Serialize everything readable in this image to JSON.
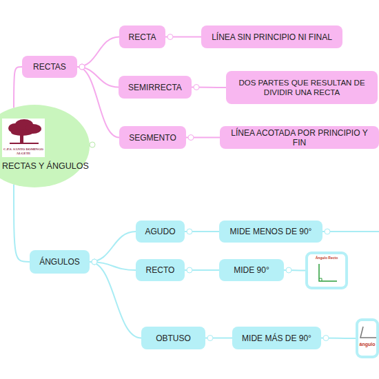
{
  "diagram": {
    "nodes": [
      {
        "text": [
          "C.P.S. SANTO DOMINGO ALGETE",
          "RECTAS Y ÁNGULOS"
        ]
      },
      {
        "text": [
          "RECTAS"
        ]
      },
      {
        "text": [
          "RECTA"
        ]
      },
      {
        "text": [
          "LÍNEA SIN PRINCIPIO NI FINAL"
        ]
      },
      {
        "text": [
          "SEMIRRECTA"
        ]
      },
      {
        "text": [
          "DOS PARTES QUE RESULTAN DE DIVIDIR UNA RECTA"
        ]
      },
      {
        "text": [
          "SEGMENTO"
        ]
      },
      {
        "text": [
          "LÍNEA ACOTADA POR PRINCIPIO Y FIN"
        ]
      },
      {
        "text": [
          "ÁNGULOS"
        ]
      },
      {
        "text": [
          "AGUDO"
        ]
      },
      {
        "text": [
          "MIDE MENOS DE 90°"
        ]
      },
      {
        "text": [
          "RECTO"
        ]
      },
      {
        "text": [
          "MIDE 90°"
        ]
      },
      {
        "text": [
          "Ángulo Recto"
        ]
      },
      {
        "text": [
          "OBTUSO"
        ]
      },
      {
        "text": [
          "MIDE MÁS DE 90°"
        ]
      },
      {
        "text": [
          "ángulo"
        ]
      }
    ],
    "edges": [
      {
        "from": 0,
        "to": 1,
        "arrow": "none"
      },
      {
        "from": 0,
        "to": 8,
        "arrow": "none"
      },
      {
        "from": 1,
        "to": 2,
        "arrow": "none"
      },
      {
        "from": 1,
        "to": 4,
        "arrow": "none"
      },
      {
        "from": 1,
        "to": 6,
        "arrow": "none"
      },
      {
        "from": 2,
        "to": 3,
        "arrow": "none"
      },
      {
        "from": 4,
        "to": 5,
        "arrow": "none"
      },
      {
        "from": 6,
        "to": 7,
        "arrow": "none"
      },
      {
        "from": 8,
        "to": 9,
        "arrow": "none"
      },
      {
        "from": 8,
        "to": 11,
        "arrow": "none"
      },
      {
        "from": 8,
        "to": 14,
        "arrow": "none"
      },
      {
        "from": 9,
        "to": 10,
        "arrow": "none"
      },
      {
        "from": 11,
        "to": 12,
        "arrow": "none"
      },
      {
        "from": 14,
        "to": 15,
        "arrow": "none"
      },
      {
        "from": 12,
        "to": 13,
        "arrow": "none"
      },
      {
        "from": 15,
        "to": 16,
        "arrow": "none"
      }
    ]
  }
}
